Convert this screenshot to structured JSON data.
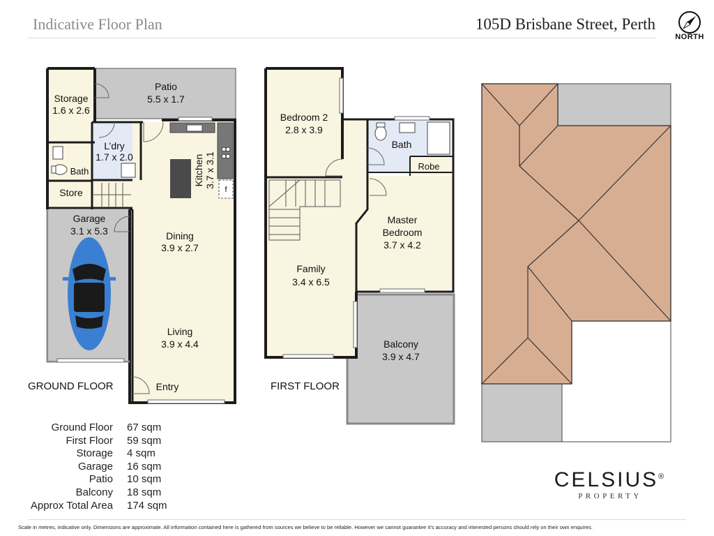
{
  "header": {
    "title": "Indicative Floor Plan",
    "address": "105D Brisbane Street, Perth",
    "compass_label": "NORTH"
  },
  "colors": {
    "room_fill": "#faf5e1",
    "wall": "#1c1c1c",
    "outdoor_fill": "#c8c8c8",
    "roof_fill": "#d8ae92",
    "car": "#3a7fd1"
  },
  "ground_floor": {
    "label": "GROUND FLOOR",
    "rooms": {
      "patio": {
        "name": "Patio",
        "size": "5.5 x 1.7"
      },
      "storage": {
        "name": "Storage",
        "size": "1.6 x 2.6"
      },
      "laundry": {
        "name": "L’dry",
        "size": "1.7 x 2.0"
      },
      "bath": {
        "name": "Bath"
      },
      "store": {
        "name": "Store"
      },
      "kitchen": {
        "name": "Kitchen",
        "size": "3.7 x 3.1"
      },
      "fridge": {
        "name": "f"
      },
      "garage": {
        "name": "Garage",
        "size": "3.1 x 5.3"
      },
      "dining": {
        "name": "Dining",
        "size": "3.9 x 2.7"
      },
      "living": {
        "name": "Living",
        "size": "3.9 x 4.4"
      },
      "entry": {
        "name": "Entry"
      }
    }
  },
  "first_floor": {
    "label": "FIRST FLOOR",
    "rooms": {
      "bedroom2": {
        "name": "Bedroom 2",
        "size": "2.8 x 3.9"
      },
      "bath": {
        "name": "Bath"
      },
      "robe": {
        "name": "Robe"
      },
      "master": {
        "name": "Master",
        "name2": "Bedroom",
        "size": "3.7 x 4.2"
      },
      "family": {
        "name": "Family",
        "size": "3.4 x 6.5"
      },
      "balcony": {
        "name": "Balcony",
        "size": "3.9 x 4.7"
      }
    }
  },
  "areas": [
    {
      "label": "Ground Floor",
      "value": "67 sqm"
    },
    {
      "label": "First Floor",
      "value": "59 sqm"
    },
    {
      "label": "Storage",
      "value": "4 sqm"
    },
    {
      "label": "Garage",
      "value": "16 sqm"
    },
    {
      "label": "Patio",
      "value": "10 sqm"
    },
    {
      "label": "Balcony",
      "value": "18 sqm"
    },
    {
      "label": "Approx Total Area",
      "value": "174 sqm"
    }
  ],
  "logo": {
    "name": "CELSIUS",
    "registered": "®",
    "sub": "PROPERTY"
  },
  "footer": {
    "disclaimer": "Scale in metres, indicative only. Dimensions are approximate. All information contained here is gathered from sources we believe to be reliable. However we cannot guarantee it's accuracy and interested persons should rely on their own enquires."
  }
}
